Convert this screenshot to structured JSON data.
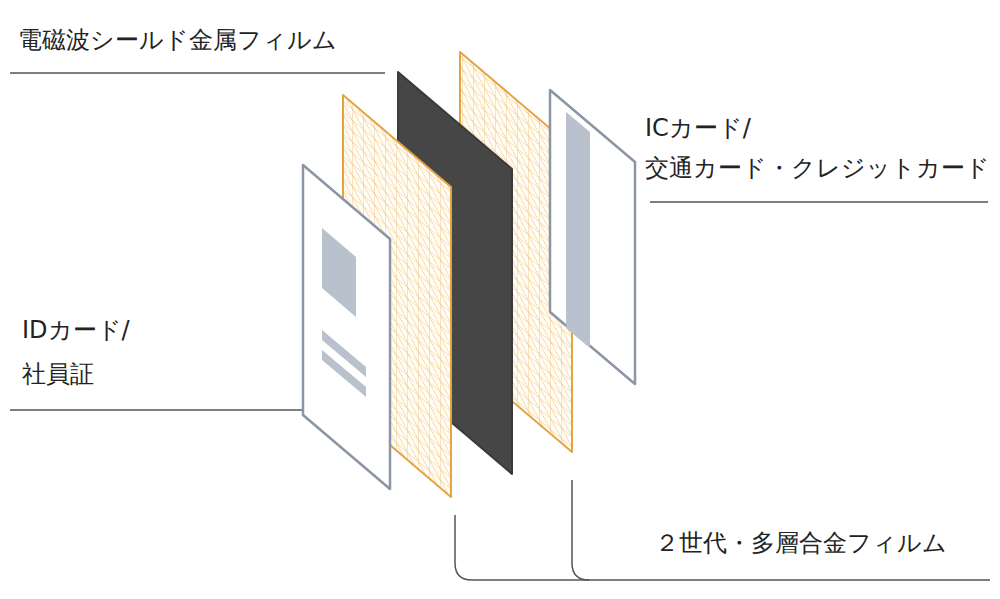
{
  "diagram": {
    "labels": [
      "電磁波シールド金属フィルム",
      "ICカード/ 交通カード・クレジットカード",
      "IDカード/ 社員証",
      "２世代・多層合金フィルム"
    ]
  }
}
